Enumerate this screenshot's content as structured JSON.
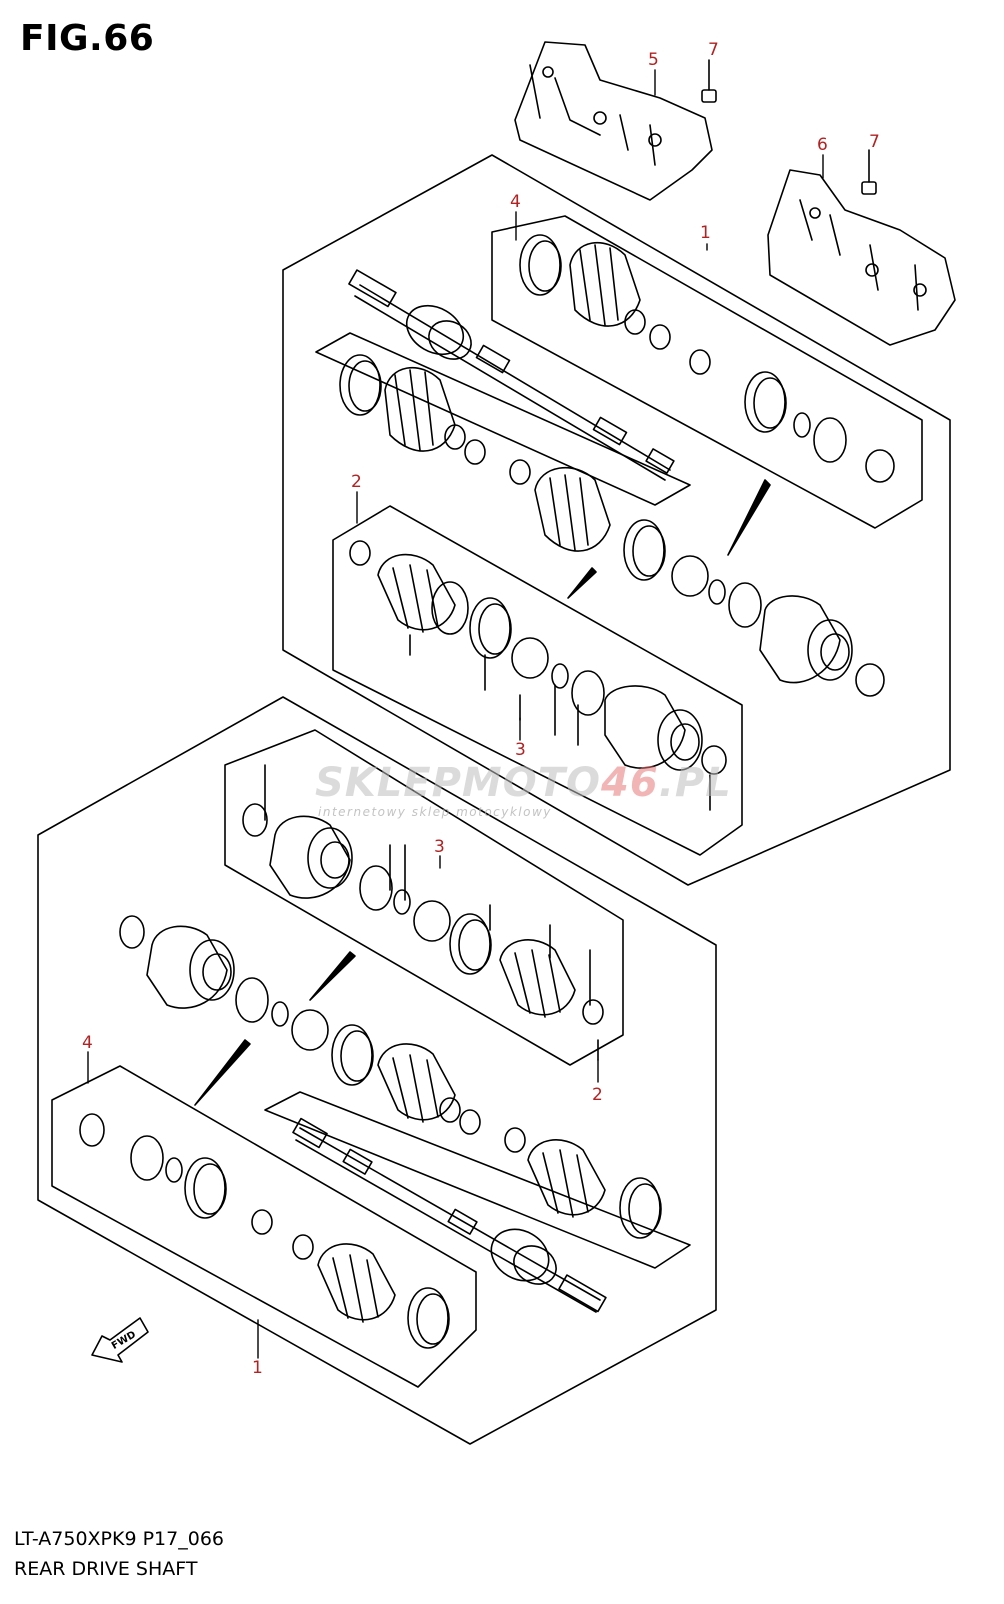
{
  "figure": {
    "title": "FIG.66",
    "model_code": "LT-A750XPK9 P17_066",
    "name": "REAR DRIVE SHAFT"
  },
  "watermark": {
    "brand_part1": "SKLEPMOTO",
    "brand_part2": "46",
    "brand_part3": ".PL",
    "tagline": "internetowy sklep motocyklowy"
  },
  "direction_marker": "FWD",
  "callouts": [
    {
      "id": "c-5",
      "label": "5"
    },
    {
      "id": "c-7a",
      "label": "7"
    },
    {
      "id": "c-6",
      "label": "6"
    },
    {
      "id": "c-7b",
      "label": "7"
    },
    {
      "id": "c-4-top",
      "label": "4"
    },
    {
      "id": "c-1-top",
      "label": "1"
    },
    {
      "id": "c-2-top",
      "label": "2"
    },
    {
      "id": "c-3-top",
      "label": "3"
    },
    {
      "id": "c-3-bot",
      "label": "3"
    },
    {
      "id": "c-2-bot",
      "label": "2"
    },
    {
      "id": "c-4-bot",
      "label": "4"
    },
    {
      "id": "c-1-bot",
      "label": "1"
    }
  ],
  "colors": {
    "line": "#000000",
    "callout": "#b22222",
    "background": "#ffffff"
  }
}
